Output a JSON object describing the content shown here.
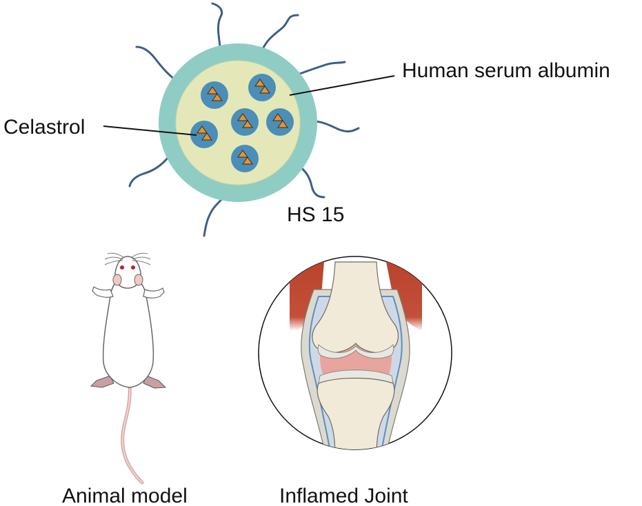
{
  "labels": {
    "celastrol": "Celastrol",
    "albumin": "Human serum albumin",
    "hs15": "HS 15",
    "animal_model": "Animal model",
    "inflamed_joint": "Inflamed Joint"
  },
  "colors": {
    "tail_strand": "#3a5f8a",
    "outer_shell": "#8fcdc4",
    "inner_core": "#e4e8b8",
    "drug_sphere": "#4b8eb8",
    "drug_triangle": "#e89234",
    "muscle": "#b9432c",
    "bone": "#f2ead9",
    "cartilage": "#e9e7e2",
    "synovium": "#e8a59d",
    "membrane": "#5b8fbf"
  },
  "icons": [
    "nanoparticle-icon",
    "rat-icon",
    "joint-icon"
  ]
}
